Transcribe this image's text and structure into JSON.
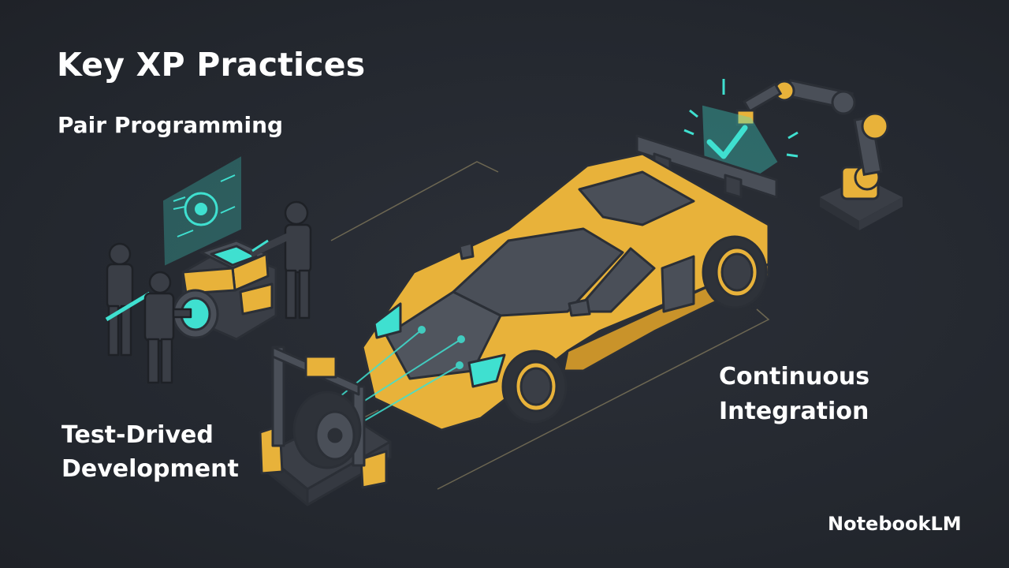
{
  "slide": {
    "title": "Key XP Practices",
    "labels": {
      "pair_programming": "Pair Programming",
      "tdd_line1": "Test-Drived",
      "tdd_line2": "Development",
      "ci_line1": "Continuous",
      "ci_line2": "Integration"
    },
    "watermark": "NotebookLM"
  },
  "colors": {
    "background": "#262a32",
    "car_yellow": "#e8b23a",
    "accent_teal": "#3fe0d0",
    "dark_gray": "#4a4f58",
    "text": "#ffffff"
  },
  "icons": [
    "race-car",
    "robotic-arm",
    "engineers",
    "engine-block",
    "hologram-screen",
    "tire-test-rig",
    "check-panel"
  ]
}
